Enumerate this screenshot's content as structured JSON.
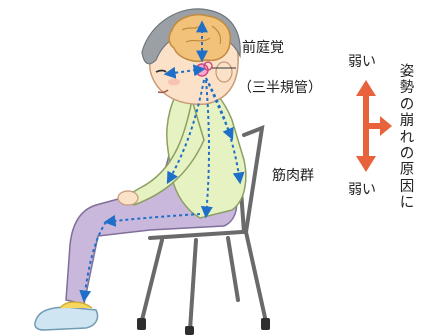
{
  "labels": {
    "vestibular": "前庭覚",
    "semicircular": "（三半規管）",
    "muscles": "筋肉群",
    "weak_top": "弱い",
    "weak_bottom": "弱い",
    "cause_title": "姿勢の崩れの原因に"
  },
  "colors": {
    "arrow_blue": "#1f6fc9",
    "arrow_orange": "#e8623c",
    "brain": "#f3c27a",
    "hair": "#9aa0a6",
    "skin": "#fbe1c8",
    "shirt": "#e6f2c2",
    "pants": "#c9b8dc",
    "chair": "#6b6a6a",
    "slipper": "#cfe6f2"
  }
}
